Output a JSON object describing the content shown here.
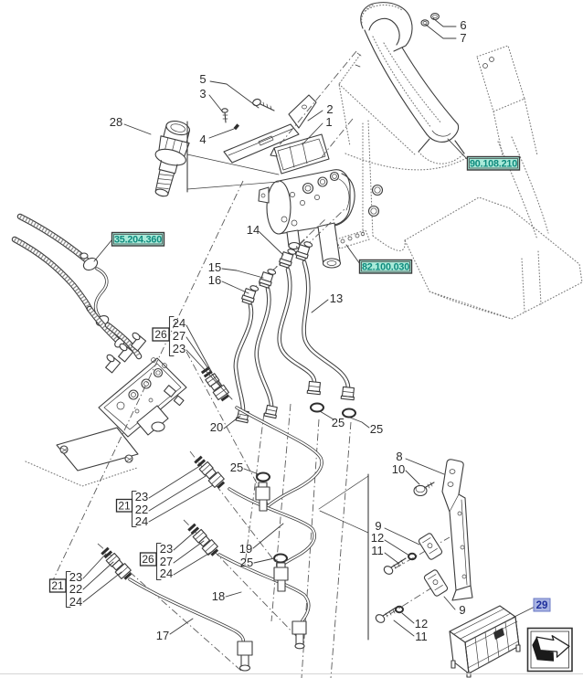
{
  "diagram": {
    "callouts": [
      {
        "text": "5"
      },
      {
        "text": "3"
      },
      {
        "text": "4"
      },
      {
        "text": "28"
      },
      {
        "text": "2"
      },
      {
        "text": "1"
      },
      {
        "text": "6"
      },
      {
        "text": "7"
      },
      {
        "text": "14"
      },
      {
        "text": "15"
      },
      {
        "text": "16"
      },
      {
        "text": "13"
      },
      {
        "text": "24"
      },
      {
        "text": "27"
      },
      {
        "text": "23"
      },
      {
        "text": "20"
      },
      {
        "text": "25"
      },
      {
        "text": "25"
      },
      {
        "text": "25"
      },
      {
        "text": "23"
      },
      {
        "text": "22"
      },
      {
        "text": "24"
      },
      {
        "text": "23"
      },
      {
        "text": "27"
      },
      {
        "text": "24"
      },
      {
        "text": "23"
      },
      {
        "text": "22"
      },
      {
        "text": "24"
      },
      {
        "text": "19"
      },
      {
        "text": "25"
      },
      {
        "text": "18"
      },
      {
        "text": "17"
      },
      {
        "text": "8"
      },
      {
        "text": "10"
      },
      {
        "text": "9"
      },
      {
        "text": "12"
      },
      {
        "text": "11"
      },
      {
        "text": "9"
      },
      {
        "text": "12"
      },
      {
        "text": "11"
      }
    ],
    "boxed_callouts": [
      {
        "text": "26"
      },
      {
        "text": "21"
      },
      {
        "text": "26"
      },
      {
        "text": "21"
      }
    ],
    "reference_boxes": [
      {
        "text": "90.108.210"
      },
      {
        "text": "35.204.360"
      },
      {
        "text": "82.100.030"
      }
    ],
    "highlighted_callout": {
      "text": "29"
    },
    "icons": {
      "continuation_arrow": "page-turn-arrow-icon"
    },
    "colors": {
      "reference_box_fill": "#a9ead9",
      "reference_box_text": "#0f8a7d",
      "highlight_box_fill": "#a9b4e2",
      "highlight_box_text": "#1f2f9c",
      "line": "#3c3c3c"
    }
  }
}
